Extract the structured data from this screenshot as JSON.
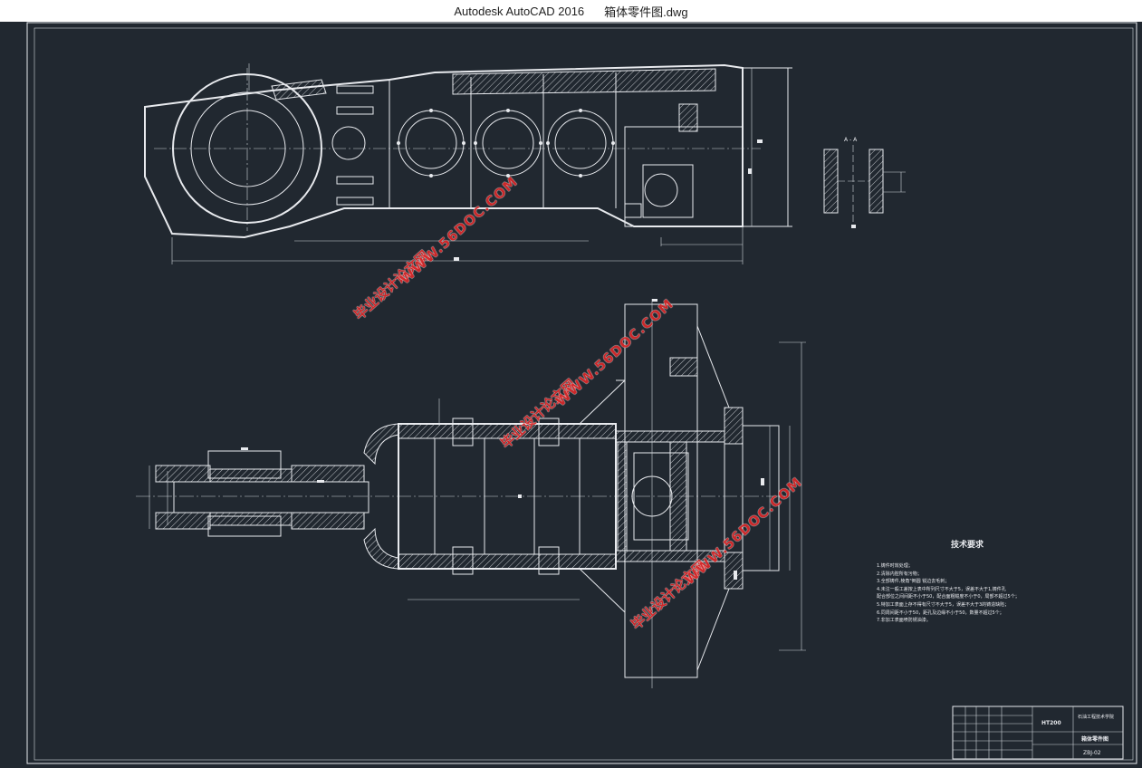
{
  "window": {
    "app_title": "Autodesk AutoCAD 2016",
    "file_name": "箱体零件图.dwg"
  },
  "drawing": {
    "section_label": "A - A",
    "technical_requirements": {
      "title": "技术要求",
      "items": [
        "1.铸件时效处理；",
        "2.清除内腔所有污物；",
        "3.全部铸件,棱角\"倒圆 锐边去毛刺；",
        "4.未注一般工差按上表中所列尺寸不大于5，误差不大于1,铸件孔",
        "   配合部位之间间距不小于50，配合面粗糙度不小于0，局部不超过5个；",
        "5.特加工表面上存不得有尺寸不大于5，误差不大于3的铸造缺陷；",
        "6.同周间距不小于50，距孔及边缘不小于50，数量不超过5个；",
        "7.非加工表面喷防锈油漆。"
      ]
    },
    "title_block": {
      "material": "HT200",
      "school": "石油工程技术学院",
      "drawing_name": "箱体零件图",
      "drawing_number": "ZBJ-02"
    }
  },
  "watermarks": [
    {
      "text": "毕业设计论文网"
    },
    {
      "text": "WWW.56DOC.COM"
    }
  ],
  "colors": {
    "canvas_bg": "#212830",
    "line": "#e8eaee",
    "watermark": "#d9292a"
  }
}
